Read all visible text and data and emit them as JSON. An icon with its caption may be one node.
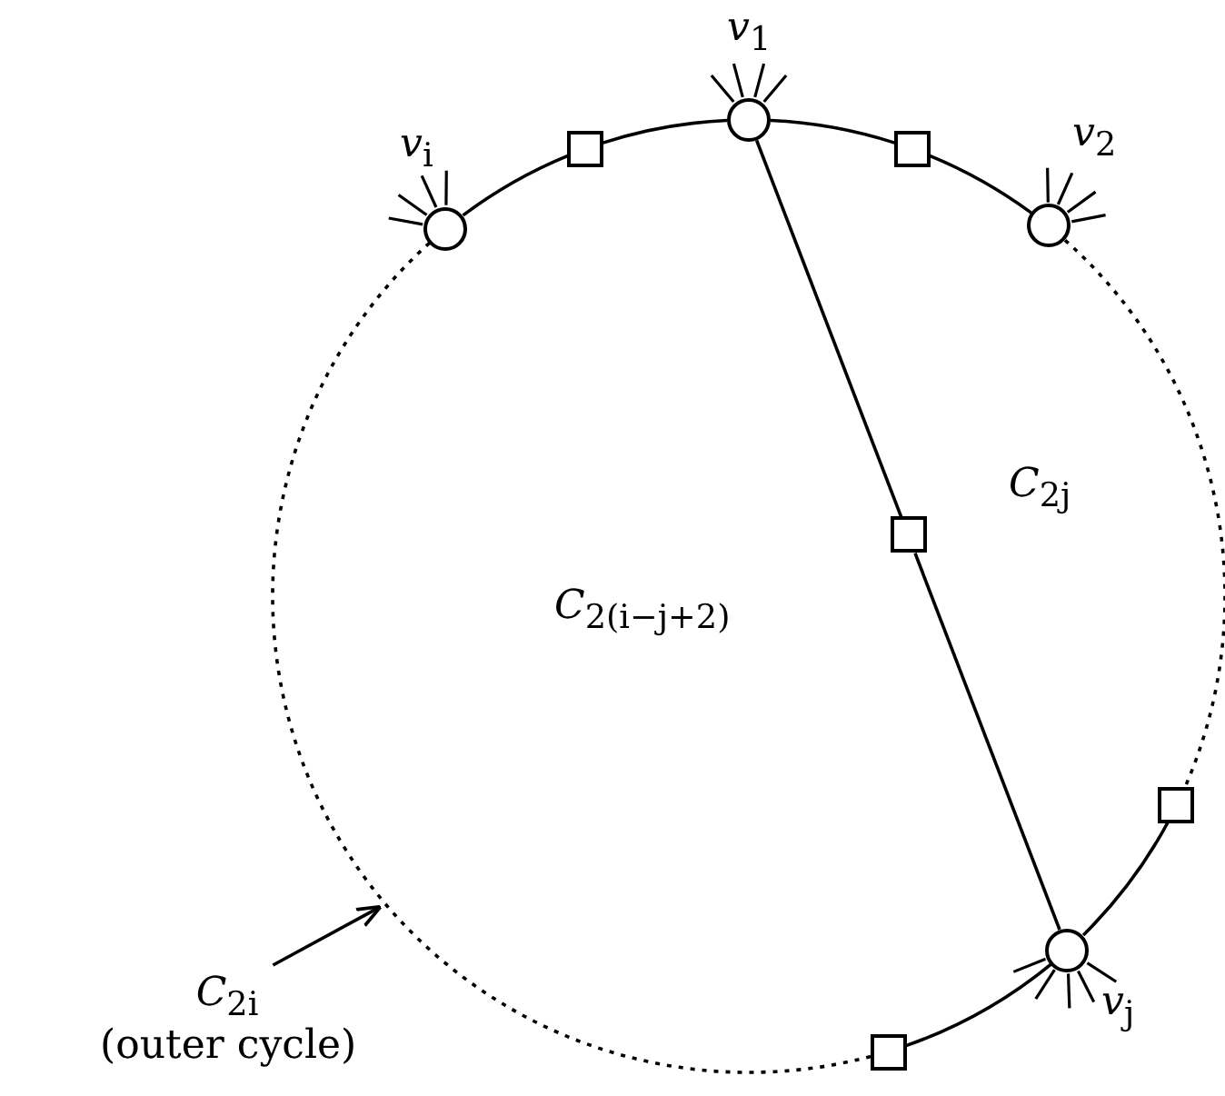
{
  "diagram": {
    "nodes": [
      {
        "text": [],
        "shape": "box"
      },
      {
        "text": [],
        "shape": "circle",
        "beside": [
          "*v*$_{1}$"
        ]
      },
      {
        "text": [],
        "shape": "box"
      },
      {
        "text": [],
        "shape": "circle",
        "beside": [
          "*v*$_{i}$"
        ]
      },
      {
        "text": [],
        "shape": "circle",
        "beside": [
          "*v*$_{2}$"
        ]
      },
      {
        "text": [],
        "shape": "box"
      },
      {
        "text": [],
        "shape": "box"
      },
      {
        "text": [],
        "shape": "circle",
        "beside": [
          "*v*$_{j}$"
        ]
      },
      {
        "text": [],
        "shape": "box"
      },
      {
        "text": [
          "*C*$_{2i}$",
          "(outer cycle)"
        ]
      }
    ],
    "edges": [
      {
        "from": 3,
        "to": 0,
        "arrow": "none"
      },
      {
        "from": 0,
        "to": 1,
        "arrow": "none"
      },
      {
        "from": 1,
        "to": 2,
        "arrow": "none"
      },
      {
        "from": 2,
        "to": 4,
        "arrow": "none"
      },
      {
        "from": 4,
        "to": 6,
        "arrow": "none",
        "style": "dashed"
      },
      {
        "from": 6,
        "to": 7,
        "arrow": "none"
      },
      {
        "from": 7,
        "to": 8,
        "arrow": "none"
      },
      {
        "from": 8,
        "to": 3,
        "arrow": "none",
        "style": "dashed"
      },
      {
        "from": 1,
        "to": 5,
        "arrow": "none"
      },
      {
        "from": 5,
        "to": 7,
        "arrow": "none"
      },
      {
        "from": 9,
        "to": null,
        "arrow": "to"
      }
    ],
    "labels": [
      "*C*$_{2j}$",
      "*C*$_{2(i−j+2)}$"
    ]
  }
}
